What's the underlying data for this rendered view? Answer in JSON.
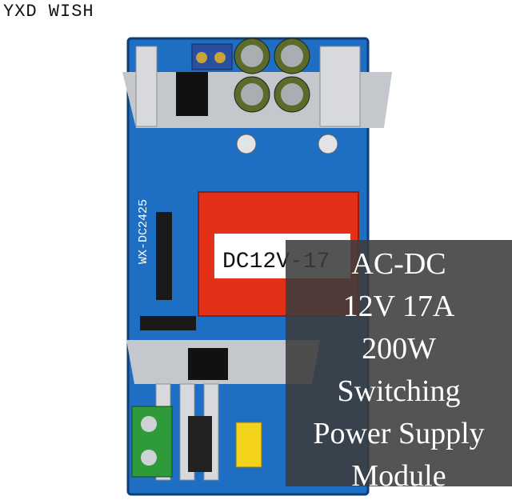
{
  "brand": {
    "text": "YXD WISH"
  },
  "board": {
    "silkscreen": "WX-DC2425",
    "transformer_label": "DC12V-17"
  },
  "overlay": {
    "lines": [
      "AC-DC",
      "12V 17A",
      "200W",
      "Switching",
      "Power Supply",
      "Module"
    ],
    "watermark": "YXD WISH"
  },
  "colors": {
    "pcb": "#1e6fc4",
    "transformer": "#e53018",
    "heatsink": "#b9bcc0",
    "capacitor": "#5a6b2a",
    "overlay": "#3c3c3c"
  }
}
